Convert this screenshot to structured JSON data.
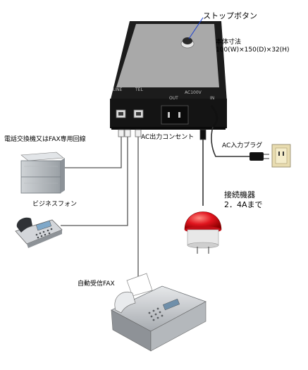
{
  "device": {
    "stop_button_label": "ストップボタン",
    "size_title": "本体寸法",
    "size_value": "100(W)×150(D)×32(H)",
    "panel": {
      "line": "LINE",
      "tel": "TEL",
      "ac_voltage": "AC100V",
      "out": "OUT",
      "in": "IN"
    }
  },
  "connections": {
    "pbx_label": "電話交換機又はFAX専用回線",
    "business_phone_label": "ビジネスフォン",
    "ac_outlet_label": "AC出力コンセント",
    "ac_plug_label": "AC入力プラグ",
    "connected_device_title": "接続機器",
    "connected_device_limit": "2．4Aまで",
    "auto_fax_label": "自動受信FAX"
  },
  "colors": {
    "device_body": "#1c1c1c",
    "device_top_panel": "#a9a9a9",
    "cable": "#555555",
    "lamp_red": "#e0141e",
    "wall_plate": "#e8dcb0"
  }
}
